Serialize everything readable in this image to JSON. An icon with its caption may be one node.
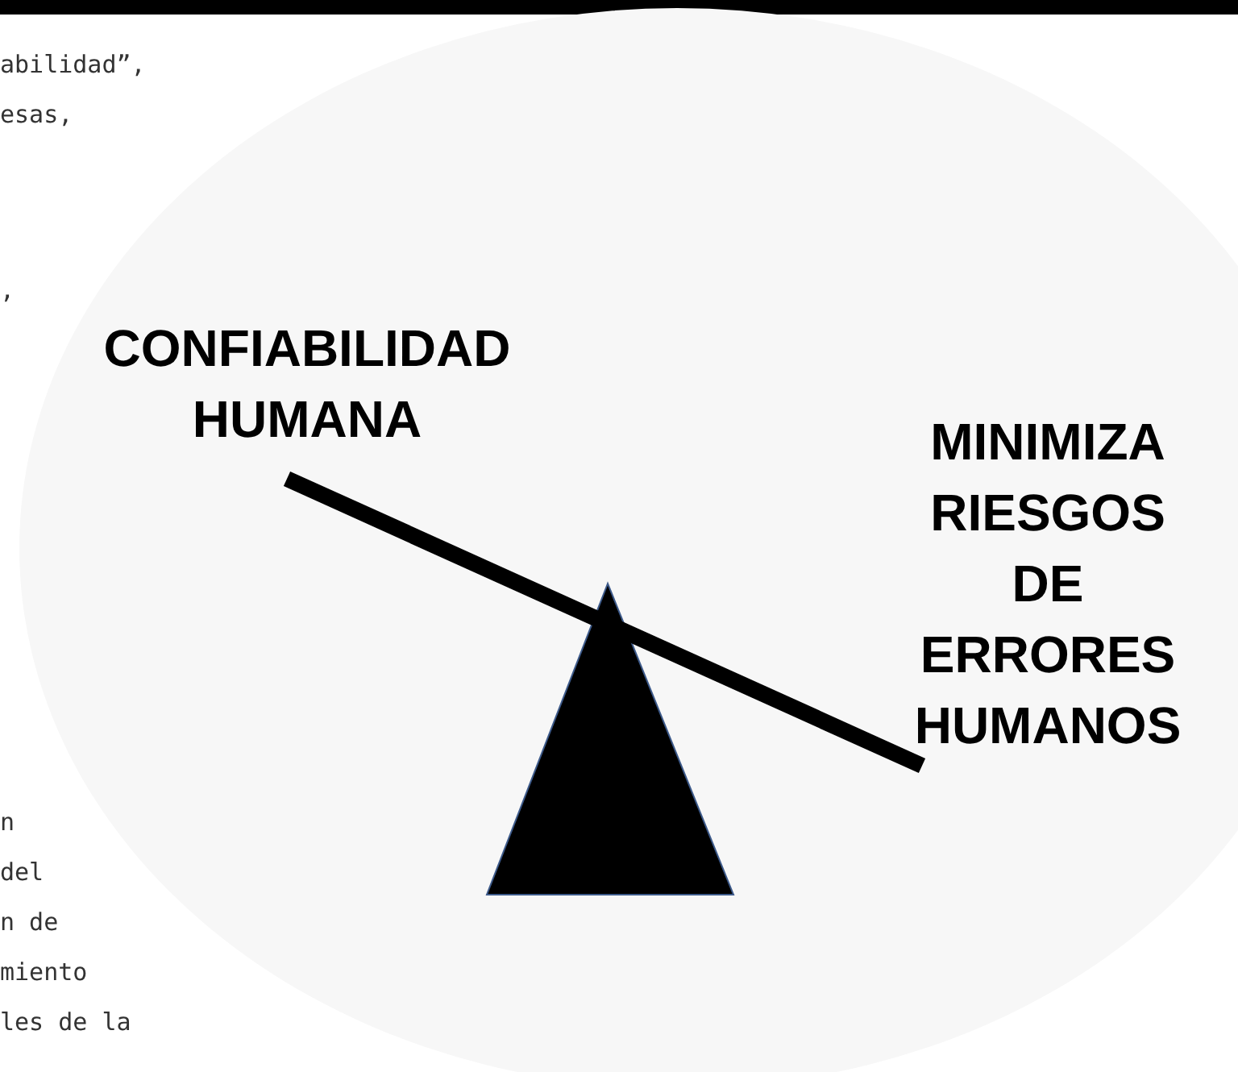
{
  "diagram": {
    "labels": [
      "abilidad”,",
      "esas,",
      ",",
      "CONFIABILIDAD HUMANA",
      "MINIMIZA RIESGOS DE ERRORES HUMANOS",
      "n",
      "del",
      "n de",
      "miento",
      "les de la"
    ]
  }
}
